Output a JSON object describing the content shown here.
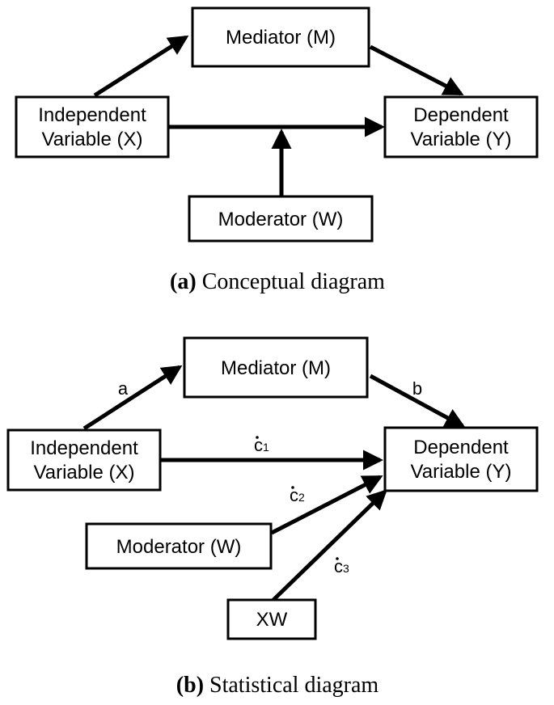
{
  "panel_a": {
    "mediator": "Mediator (M)",
    "independent_line1": "Independent",
    "independent_line2": "Variable (X)",
    "dependent_line1": "Dependent",
    "dependent_line2": "Variable (Y)",
    "moderator": "Moderator (W)",
    "caption_label": "(a)",
    "caption_text": " Conceptual diagram"
  },
  "panel_b": {
    "mediator": "Mediator (M)",
    "independent_line1": "Independent",
    "independent_line2": "Variable (X)",
    "dependent_line1": "Dependent",
    "dependent_line2": "Variable (Y)",
    "moderator": "Moderator (W)",
    "interaction": "XW",
    "path_a": "a",
    "path_b": "b",
    "path_c1": "c",
    "path_c1_sub": "1",
    "path_c2": "c",
    "path_c2_sub": "2",
    "path_c3": "c",
    "path_c3_sub": "3",
    "caption_label": "(b)",
    "caption_text": " Statistical diagram"
  }
}
